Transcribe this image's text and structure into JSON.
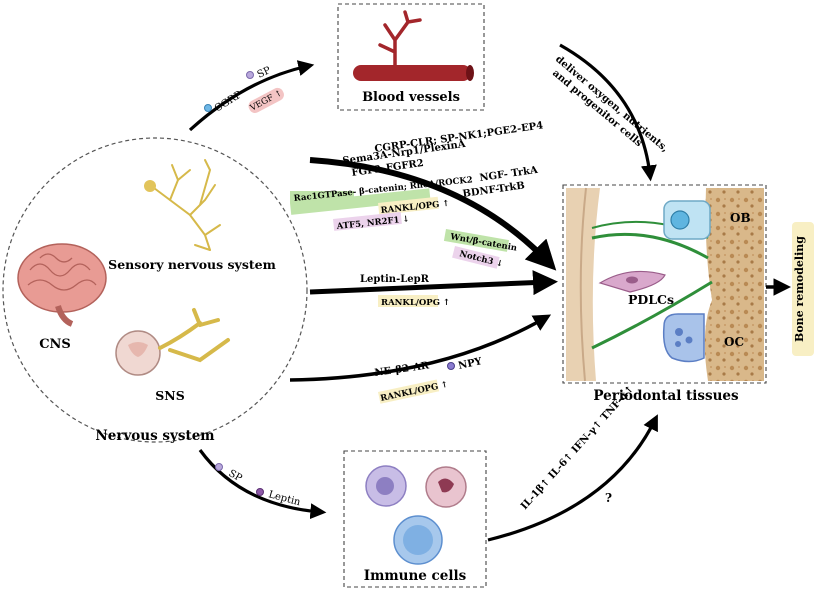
{
  "nervous_system": {
    "title": "Nervous system",
    "sensory": "Sensory nervous system",
    "cns": "CNS",
    "sns": "SNS"
  },
  "blood_vessels": {
    "title": "Blood vessels",
    "markers": [
      "CGRP",
      "SP"
    ],
    "vegf": "VEGF ↑",
    "deliver": [
      "deliver oxygen, nutrients,",
      "and progenitor cells"
    ]
  },
  "pathways": {
    "sensory_lines": [
      "CGRP-CLR; SP-NK1;PGE2-EP4",
      "Sema3A-Nrp1/PlexinA",
      "FGF9–FGFR2",
      "NGF- TrkA",
      "BDNF-TrkB"
    ],
    "rac1": "Rac1GTPase- β-catenin; RhoA/ROCK2",
    "rankl_1": "RANKL/OPG ↑",
    "atf5": "ATF5, NR2F1 ↓",
    "wnt": "Wnt/β-catenin",
    "notch": "Notch3 ↓",
    "leptin_lepr": "Leptin-LepR",
    "rankl_2": "RANKL/OPG ↑",
    "ne": "NE-β2-AR",
    "npy": "NPY",
    "rankl_3": "RANKL/OPG ↑"
  },
  "periodontal": {
    "title": "Periodontal tissues",
    "ob": "OB",
    "pdlcs": "PDLCs",
    "oc": "OC",
    "bone": "Bone remodeling"
  },
  "immune": {
    "title": "Immune cells",
    "markers": [
      "SP",
      "Leptin"
    ],
    "cytokines": "IL-1β↑ IL-6↑ IFN-γ↑ TNF-α↑",
    "question": "?"
  },
  "colors": {
    "rankl_bg": "#f8efc4",
    "green_bg": "#bfe3a9",
    "pink_bg": "#ecd3ec",
    "vegf_bg": "#f3c4c4",
    "bone_bg": "#f8efc4"
  }
}
